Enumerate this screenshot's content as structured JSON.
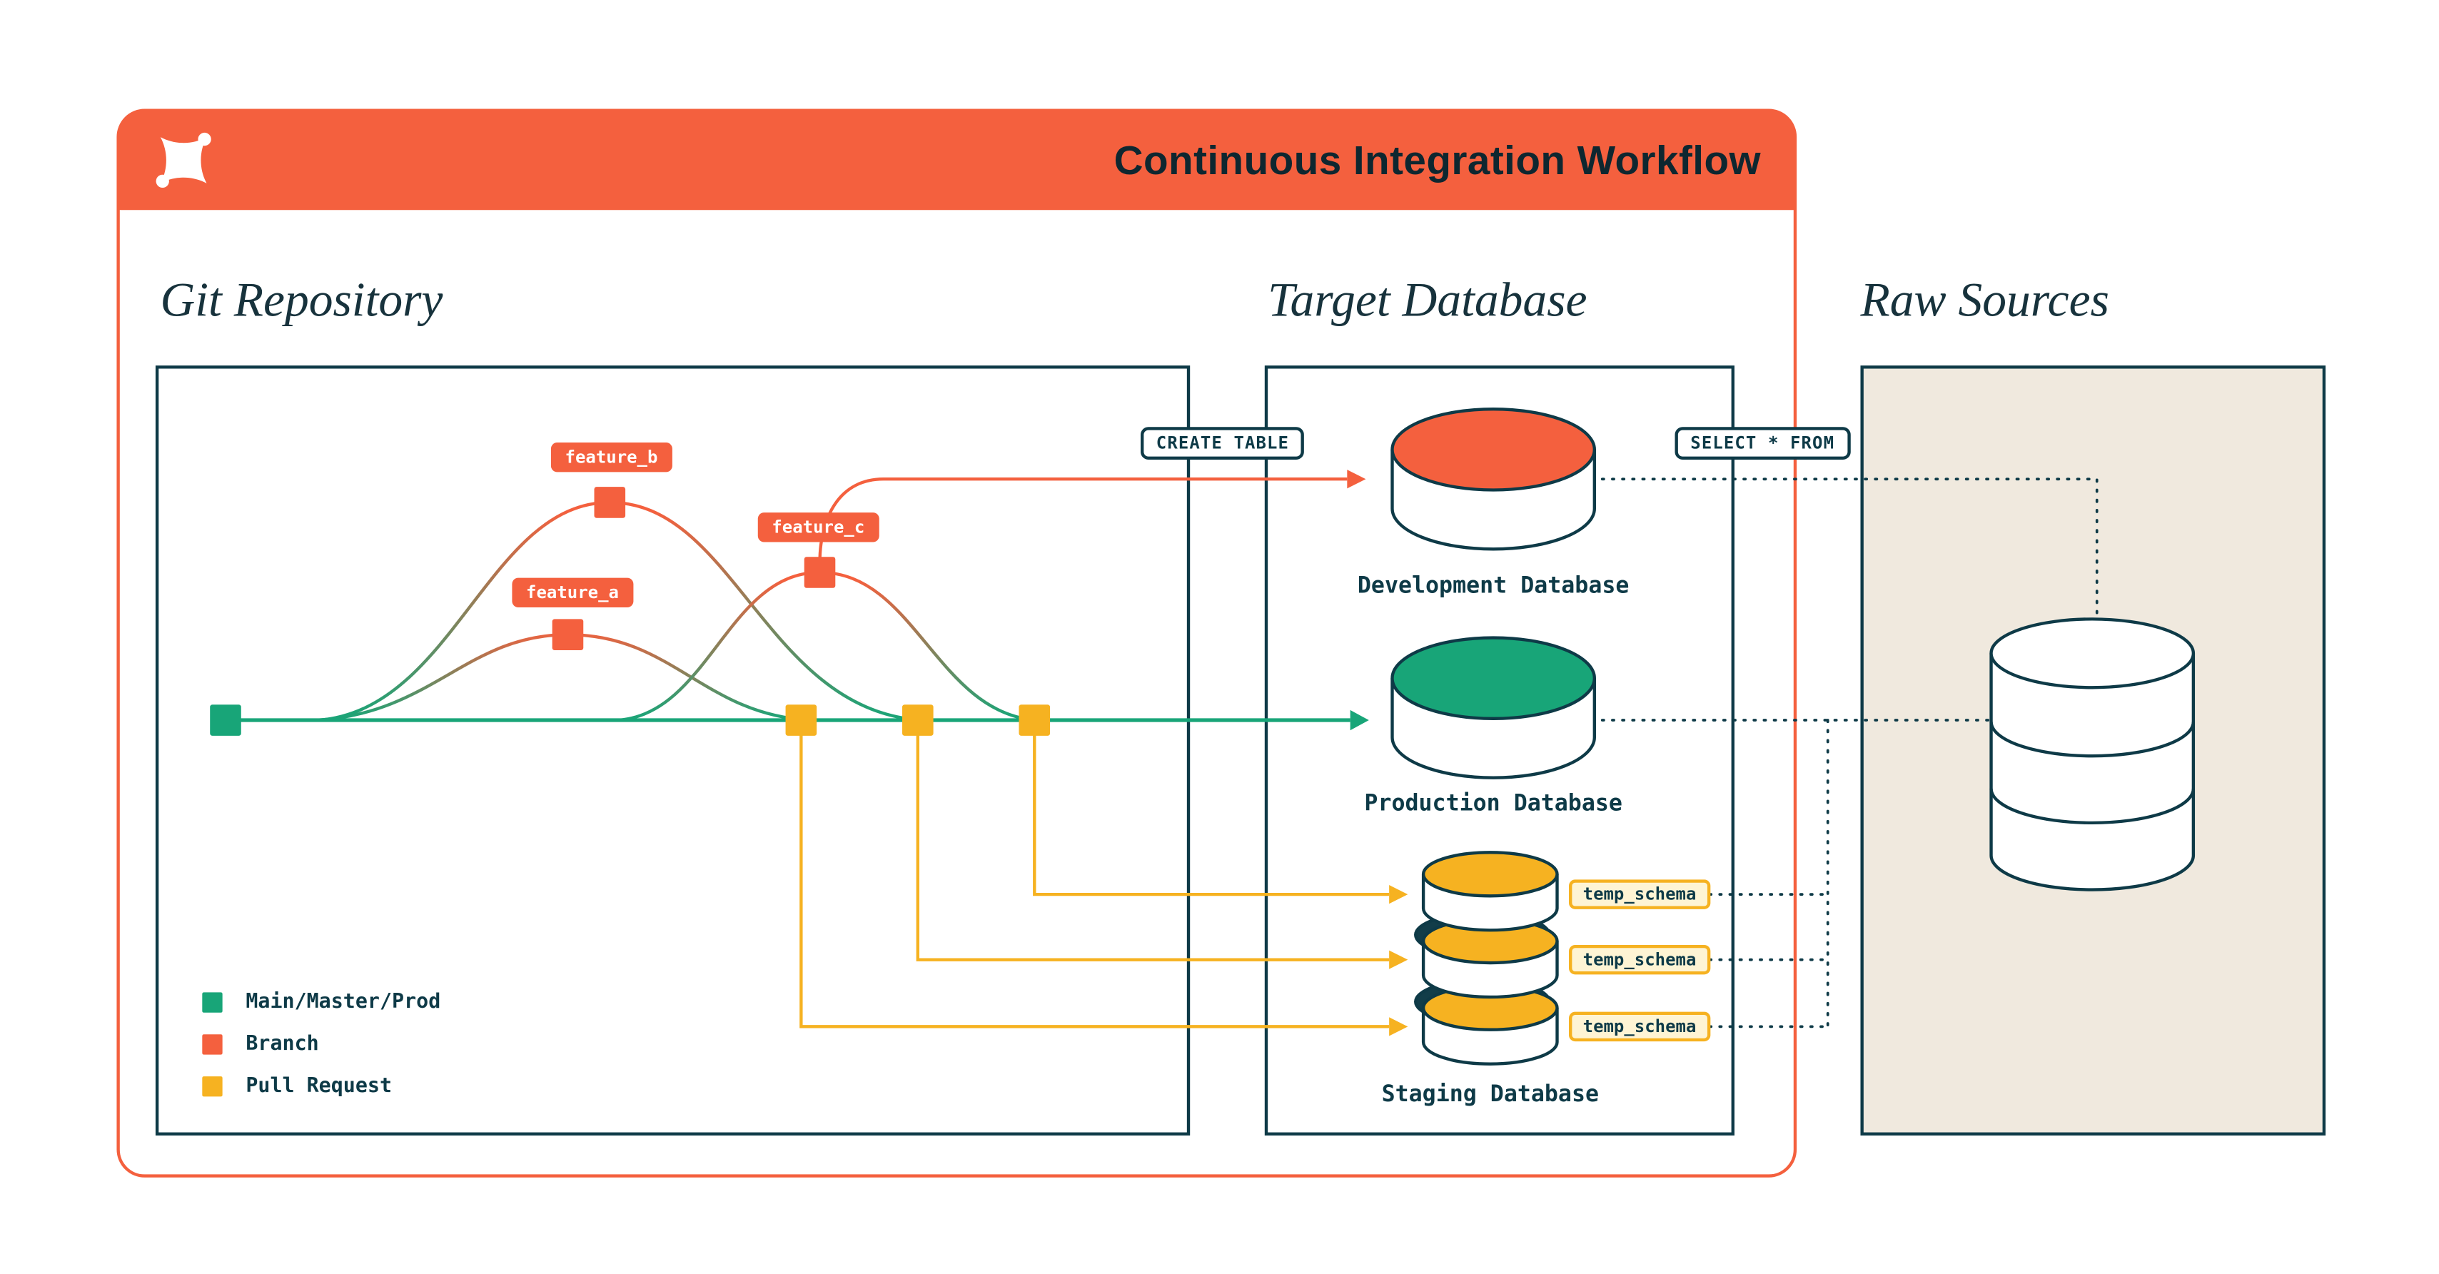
{
  "header": {
    "title": "Continuous Integration Workflow",
    "brand_icon": "dbt-logo-icon",
    "brand_color": "#F4603E"
  },
  "headings": {
    "git": "Git Repository",
    "target": "Target Database",
    "raw": "Raw Sources"
  },
  "git_graph": {
    "branches": {
      "feature_a": "feature_a",
      "feature_b": "feature_b",
      "feature_c": "feature_c"
    },
    "legend": [
      {
        "key": "main",
        "label": "Main/Master/Prod",
        "color": "#18A578"
      },
      {
        "key": "branch",
        "label": "Branch",
        "color": "#F4603E"
      },
      {
        "key": "pull_request",
        "label": "Pull Request",
        "color": "#F6B221"
      }
    ]
  },
  "annotations": {
    "create_table": "CREATE TABLE",
    "select_from": "SELECT * FROM"
  },
  "databases": {
    "development": {
      "label": "Development Database",
      "top_color": "#F4603E"
    },
    "production": {
      "label": "Production Database",
      "top_color": "#18A578"
    },
    "staging": {
      "label": "Staging Database",
      "top_color": "#F6B221",
      "schema_badges": [
        "temp_schema",
        "temp_schema",
        "temp_schema"
      ]
    },
    "raw_source_icon": "stacked-database-icon"
  },
  "colors": {
    "navy": "#0E3A47",
    "beige": "#F0E9DE",
    "background": "#FFFFFF"
  }
}
